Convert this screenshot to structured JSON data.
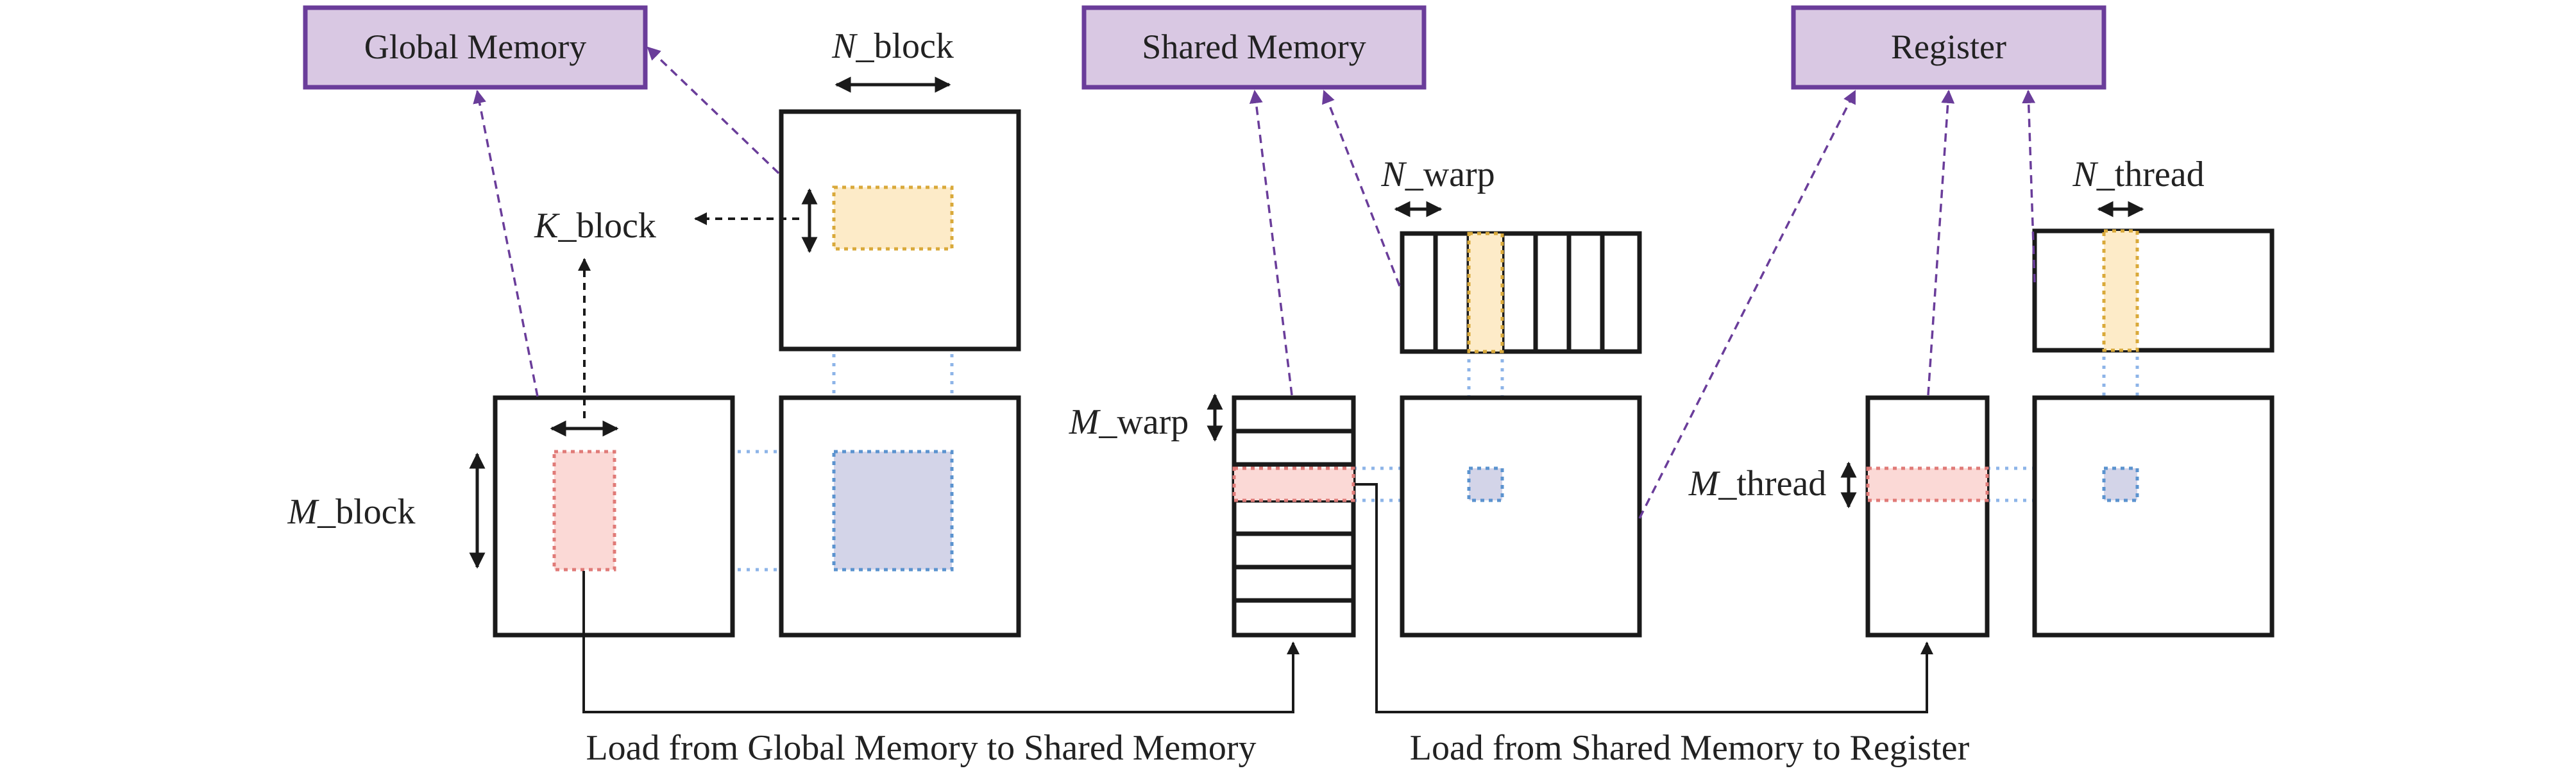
{
  "colors": {
    "memory_box_fill": "#d9c8e3",
    "memory_box_border": "#6a3d9a",
    "tile_a_fill": "#fbd9d6",
    "tile_a_border": "#e07b78",
    "tile_b_fill": "#fdebc8",
    "tile_b_border": "#d9a93a",
    "tile_c_fill": "#d3d4e8",
    "tile_c_border": "#5b93cf",
    "guide_line": "#8db4e8",
    "arrow_purple": "#6a3d9a",
    "line_black": "#1a1a1a"
  },
  "memory_labels": {
    "global": "Global Memory",
    "shared": "Shared Memory",
    "register": "Register"
  },
  "dimensions": {
    "n_block": {
      "var": "N",
      "suffix": "_block"
    },
    "k_block": {
      "var": "K",
      "suffix": "_block"
    },
    "m_block": {
      "var": "M",
      "suffix": "_block"
    },
    "n_warp": {
      "var": "N",
      "suffix": "_warp"
    },
    "m_warp": {
      "var": "M",
      "suffix": "_warp"
    },
    "n_thread": {
      "var": "N",
      "suffix": "_thread"
    },
    "m_thread": {
      "var": "M",
      "suffix": "_thread"
    }
  },
  "captions": {
    "load_global_to_shared": "Load from Global Memory to Shared Memory",
    "load_shared_to_register": "Load from Shared Memory to Register"
  }
}
